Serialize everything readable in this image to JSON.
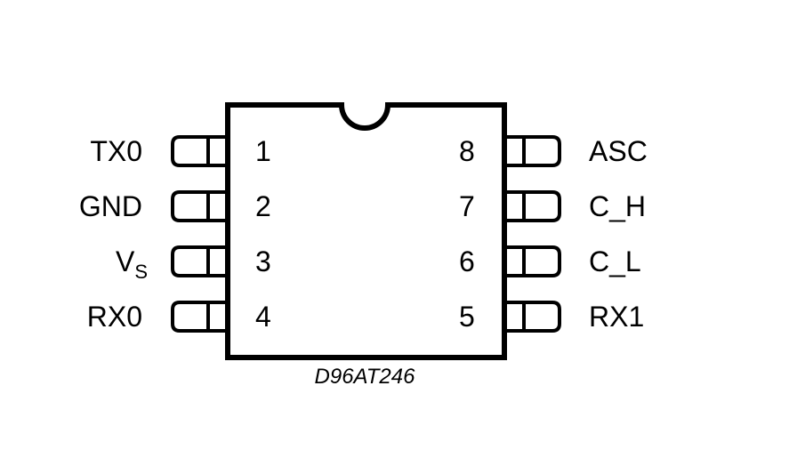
{
  "package": {
    "caption": "D96AT246",
    "outline_color": "#000000",
    "background_color": "#ffffff"
  },
  "pins_left": [
    {
      "number": "1",
      "name": "TX0",
      "sub": ""
    },
    {
      "number": "2",
      "name": "GND",
      "sub": ""
    },
    {
      "number": "3",
      "name": "V",
      "sub": "S"
    },
    {
      "number": "4",
      "name": "RX0",
      "sub": ""
    }
  ],
  "pins_right": [
    {
      "number": "8",
      "name": "ASC"
    },
    {
      "number": "7",
      "name": "C_H"
    },
    {
      "number": "6",
      "name": "C_L"
    },
    {
      "number": "5",
      "name": "RX1"
    }
  ]
}
